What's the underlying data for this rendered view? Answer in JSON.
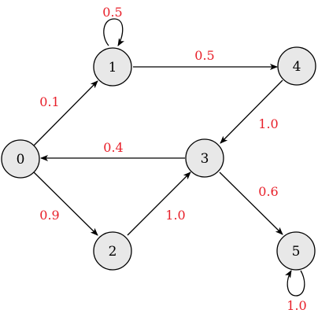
{
  "colors": {
    "node_fill": "#e8e8e8",
    "edge": "#000000",
    "weight_label": "#e8202a"
  },
  "nodes": [
    {
      "id": "0",
      "label": "0"
    },
    {
      "id": "1",
      "label": "1"
    },
    {
      "id": "2",
      "label": "2"
    },
    {
      "id": "3",
      "label": "3"
    },
    {
      "id": "4",
      "label": "4"
    },
    {
      "id": "5",
      "label": "5"
    }
  ],
  "edges": [
    {
      "from": "1",
      "to": "1",
      "weight": "0.5"
    },
    {
      "from": "0",
      "to": "1",
      "weight": "0.1"
    },
    {
      "from": "1",
      "to": "4",
      "weight": "0.5"
    },
    {
      "from": "4",
      "to": "3",
      "weight": "1.0"
    },
    {
      "from": "3",
      "to": "0",
      "weight": "0.4"
    },
    {
      "from": "0",
      "to": "2",
      "weight": "0.9"
    },
    {
      "from": "2",
      "to": "3",
      "weight": "1.0"
    },
    {
      "from": "3",
      "to": "5",
      "weight": "0.6"
    },
    {
      "from": "5",
      "to": "5",
      "weight": "1.0"
    }
  ]
}
